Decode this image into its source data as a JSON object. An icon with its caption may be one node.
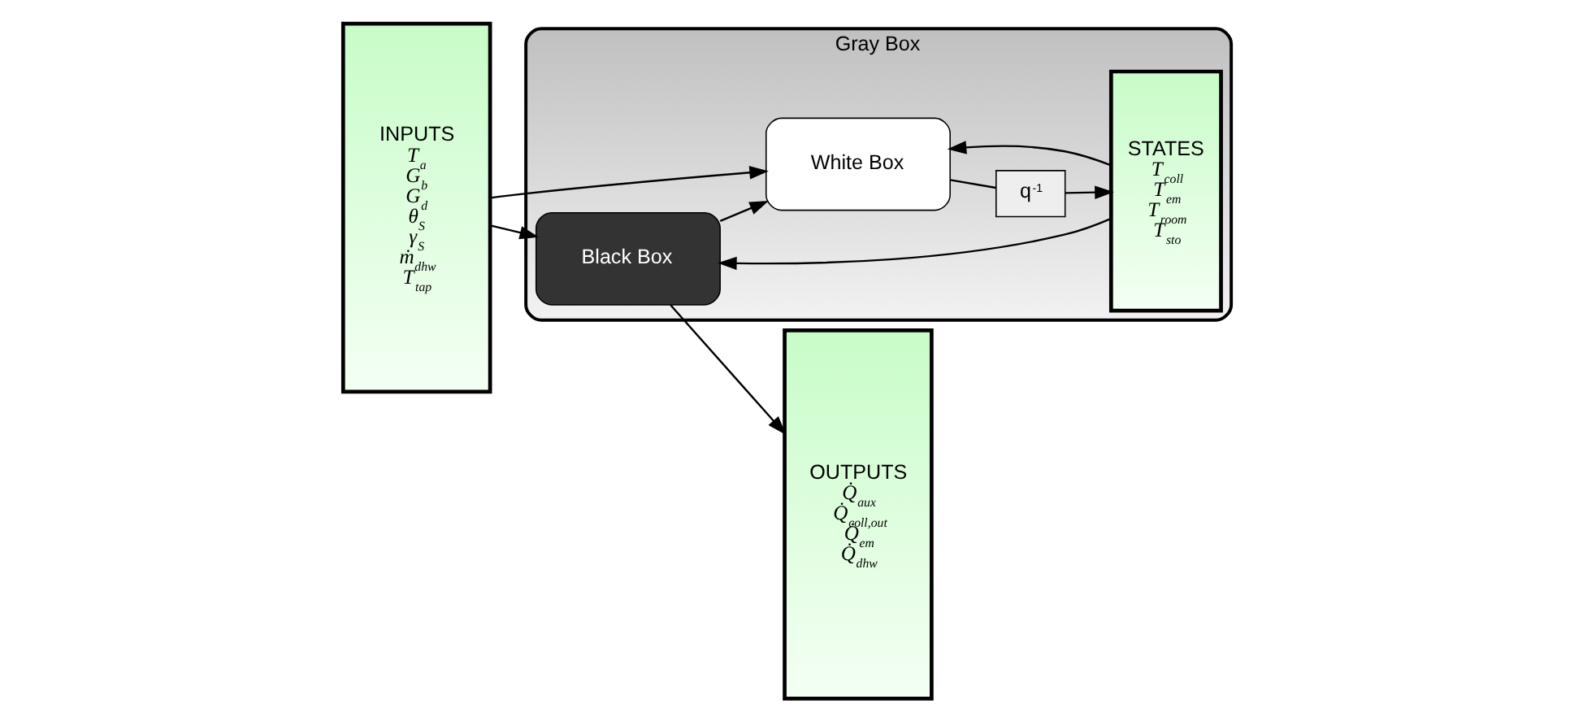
{
  "diagram": {
    "nodes": [
      {
        "text": [
          "INPUTS",
          "*T*$_{a}$",
          "*G*$_{b}$",
          "*G*$_{d}$",
          "*θ*$_{S}$",
          "*γ*$_{S}$",
          "*ṁ*$_{dhw}$",
          "*T*$_{tap}$"
        ]
      },
      {
        "text": [
          "Gray Box"
        ]
      },
      {
        "text": [
          "Black Box"
        ],
        "in": 1
      },
      {
        "text": [
          "STATES",
          "*T*$_{coll}$",
          "*T*$_{em}$",
          "*T*$_{room}$",
          "*T*$_{sto}$"
        ],
        "in": 1
      },
      {
        "text": [
          "White Box"
        ],
        "in": 1
      },
      {
        "text": [
          "q$^{-1}$"
        ],
        "in": 1
      },
      {
        "text": [
          "OUTPUTS",
          "*Q̇*$_{aux}$",
          "*Q̇*$_{coll,out}$",
          "*Q̇*$_{em}$",
          "*Q̇*$_{dhw}$"
        ]
      }
    ],
    "edges": [
      {
        "from": 0,
        "to": 2,
        "arrow": "to"
      },
      {
        "from": 0,
        "to": 4,
        "arrow": "to"
      },
      {
        "from": 3,
        "to": 2,
        "arrow": "to"
      },
      {
        "from": 3,
        "to": 4,
        "arrow": "to"
      },
      {
        "from": 2,
        "to": 6,
        "arrow": "to"
      },
      {
        "from": 2,
        "to": 4,
        "arrow": "to"
      },
      {
        "from": 4,
        "to": 5,
        "arrow": "none"
      },
      {
        "from": 5,
        "to": 3,
        "arrow": "to"
      }
    ]
  }
}
